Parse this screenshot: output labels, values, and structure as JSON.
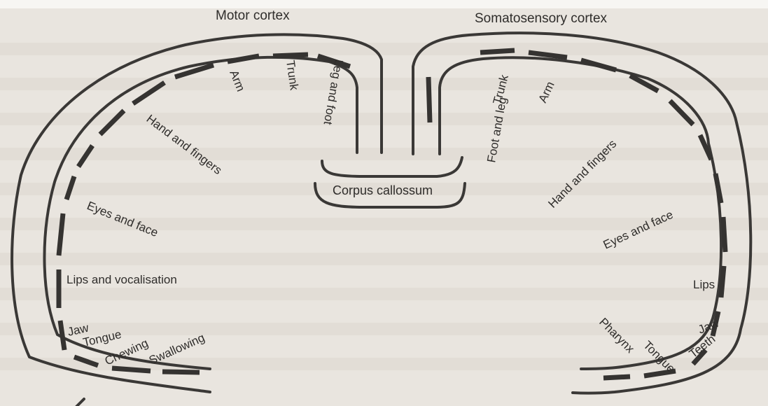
{
  "titles": {
    "motor": "Motor cortex",
    "somatosensory": "Somatosensory cortex",
    "corpus": "Corpus callossum"
  },
  "motor_labels": {
    "arm": "Arm",
    "trunk": "Trunk",
    "leg_foot": "Leg and foot",
    "hand_fingers": "Hand and fingers",
    "eyes_face": "Eyes and face",
    "lips_vocal": "Lips and vocalisation",
    "jaw": "Jaw",
    "tongue": "Tongue",
    "chewing": "Chewing",
    "swallowing": "Swallowing"
  },
  "sensory_labels": {
    "foot_leg": "Foot and leg",
    "trunk": "Trunk",
    "arm": "Arm",
    "hand_fingers": "Hand and fingers",
    "eyes_face": "Eyes and face",
    "lips": "Lips",
    "jaw": "Jaw",
    "teeth": "Teeth",
    "tongue": "Tongue",
    "pharynx": "Pharynx"
  }
}
